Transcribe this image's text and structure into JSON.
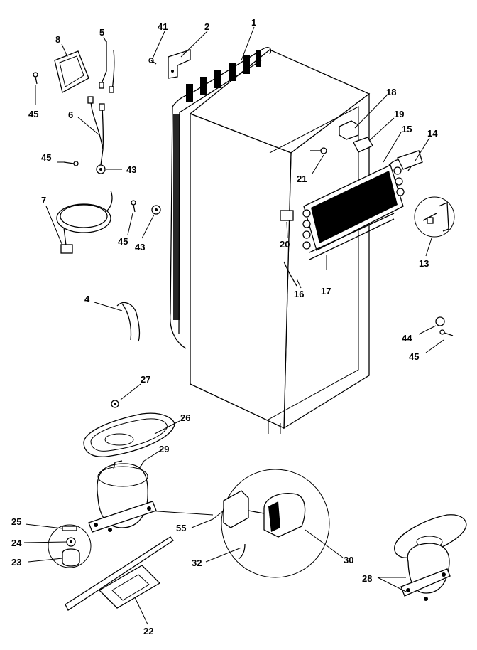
{
  "labels": [
    {
      "id": "1",
      "text": "1"
    },
    {
      "id": "2",
      "text": "2"
    },
    {
      "id": "4",
      "text": "4"
    },
    {
      "id": "5",
      "text": "5"
    },
    {
      "id": "6",
      "text": "6"
    },
    {
      "id": "7",
      "text": "7"
    },
    {
      "id": "8",
      "text": "8"
    },
    {
      "id": "13",
      "text": "13"
    },
    {
      "id": "14",
      "text": "14"
    },
    {
      "id": "15",
      "text": "15"
    },
    {
      "id": "16",
      "text": "16"
    },
    {
      "id": "17",
      "text": "17"
    },
    {
      "id": "18",
      "text": "18"
    },
    {
      "id": "19",
      "text": "19"
    },
    {
      "id": "20",
      "text": "20"
    },
    {
      "id": "21",
      "text": "21"
    },
    {
      "id": "22",
      "text": "22"
    },
    {
      "id": "23",
      "text": "23"
    },
    {
      "id": "24",
      "text": "24"
    },
    {
      "id": "25",
      "text": "25"
    },
    {
      "id": "26",
      "text": "26"
    },
    {
      "id": "27",
      "text": "27"
    },
    {
      "id": "28",
      "text": "28"
    },
    {
      "id": "29",
      "text": "29"
    },
    {
      "id": "30",
      "text": "30"
    },
    {
      "id": "32",
      "text": "32"
    },
    {
      "id": "41",
      "text": "41"
    },
    {
      "id": "43a",
      "text": "43"
    },
    {
      "id": "43b",
      "text": "43"
    },
    {
      "id": "44",
      "text": "44"
    },
    {
      "id": "45a",
      "text": "45"
    },
    {
      "id": "45b",
      "text": "45"
    },
    {
      "id": "45c",
      "text": "45"
    },
    {
      "id": "45d",
      "text": "45"
    },
    {
      "id": "55",
      "text": "55"
    }
  ]
}
